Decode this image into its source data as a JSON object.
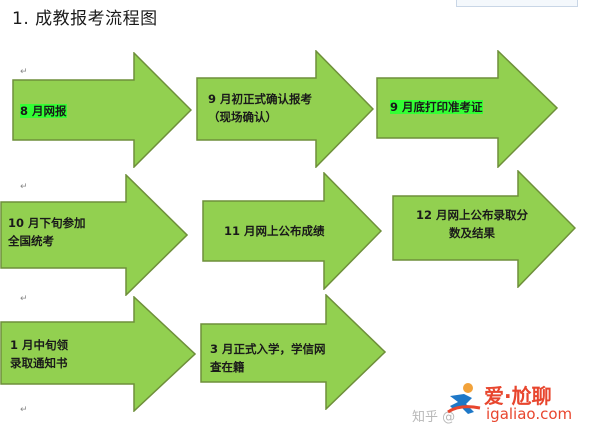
{
  "title": "1. 成教报考流程图",
  "paragraph_mark": "↵",
  "steps": [
    {
      "lines": [
        "8 月网报"
      ],
      "highlight": true
    },
    {
      "lines": [
        "9  月初正式确认报考",
        "（现场确认）"
      ],
      "highlight": false
    },
    {
      "lines": [
        "9 月底打印准考证"
      ],
      "highlight": true
    },
    {
      "lines": [
        "10 月下旬参加",
        "全国统考"
      ],
      "highlight": false
    },
    {
      "lines": [
        "11 月网上公布成绩"
      ],
      "highlight": false
    },
    {
      "lines": [
        "12 月网上公布录取分",
        "数及结果"
      ],
      "highlight": false
    },
    {
      "lines": [
        "1 月中旬领",
        "录取通知书"
      ],
      "highlight": false
    },
    {
      "lines": [
        "3 月正式入学，学信网",
        "查在籍"
      ],
      "highlight": false
    }
  ],
  "watermark": {
    "text": "知乎 @",
    "brand": "爱·尬聊",
    "url": "igaliao.com"
  },
  "colors": {
    "arrow_fill": "#92d050",
    "arrow_stroke": "#6e8f3a",
    "highlight": "#33ff33",
    "watermark": "#e8462e"
  }
}
